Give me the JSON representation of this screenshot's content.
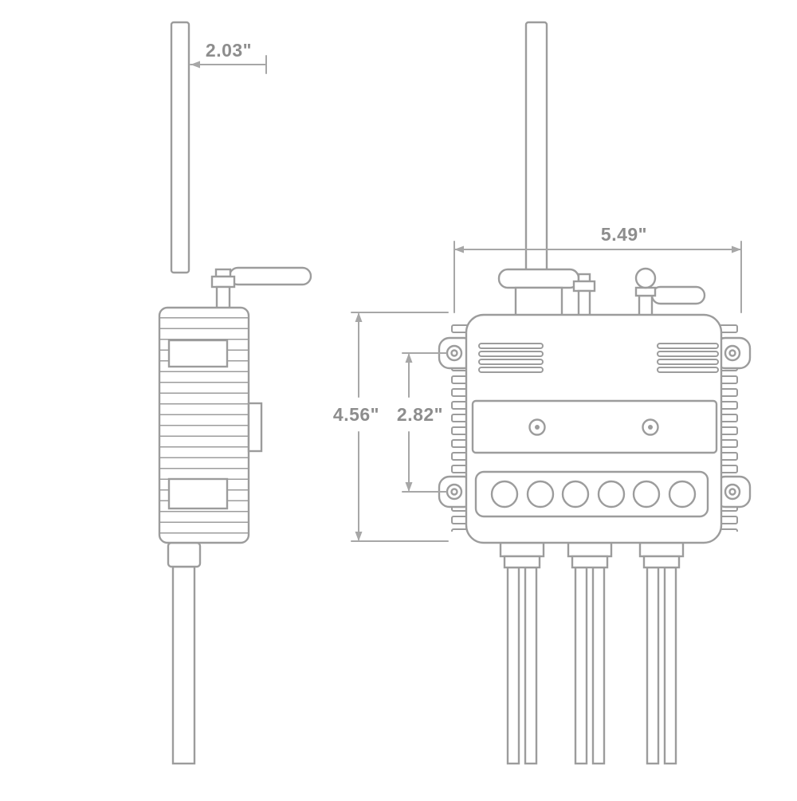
{
  "drawing": {
    "dimensions": {
      "antenna_clearance": "2.03\"",
      "overall_width": "5.49\"",
      "overall_height": "4.56\"",
      "mounting_hole_spacing": "2.82\""
    }
  },
  "colors": {
    "line": "#9c9c9c",
    "dim-line": "#a7a7a7",
    "dim-text": "#8d8d8d",
    "background": "#ffffff"
  }
}
